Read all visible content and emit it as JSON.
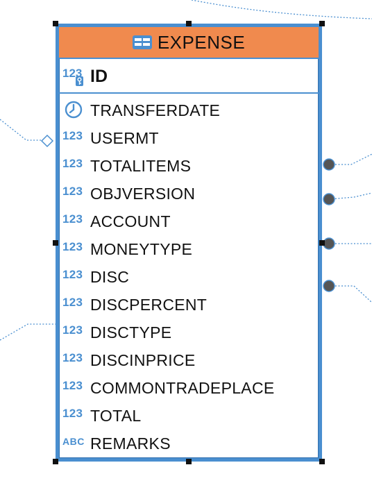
{
  "entity": {
    "title": "EXPENSE",
    "title_icon": "table-icon",
    "header_color": "#f08a4e",
    "border_color": "#4a8fd0",
    "primary_key": {
      "type_label": "123",
      "type_icon": "key-icon",
      "name": "ID"
    },
    "columns": [
      {
        "type_label": "",
        "type_icon": "clock-icon",
        "name": "TRANSFERDATE"
      },
      {
        "type_label": "123",
        "type_icon": "",
        "name": "USERMT"
      },
      {
        "type_label": "123",
        "type_icon": "",
        "name": "TOTALITEMS"
      },
      {
        "type_label": "123",
        "type_icon": "",
        "name": "OBJVERSION"
      },
      {
        "type_label": "123",
        "type_icon": "",
        "name": "ACCOUNT"
      },
      {
        "type_label": "123",
        "type_icon": "",
        "name": "MONEYTYPE"
      },
      {
        "type_label": "123",
        "type_icon": "",
        "name": "DISC"
      },
      {
        "type_label": "123",
        "type_icon": "",
        "name": "DISCPERCENT"
      },
      {
        "type_label": "123",
        "type_icon": "",
        "name": "DISCTYPE"
      },
      {
        "type_label": "123",
        "type_icon": "",
        "name": "DISCINPRICE"
      },
      {
        "type_label": "123",
        "type_icon": "",
        "name": "COMMONTRADEPLACE"
      },
      {
        "type_label": "123",
        "type_icon": "",
        "name": "TOTAL"
      },
      {
        "type_label": "ABC",
        "type_icon": "",
        "name": "REMARKS"
      }
    ]
  }
}
